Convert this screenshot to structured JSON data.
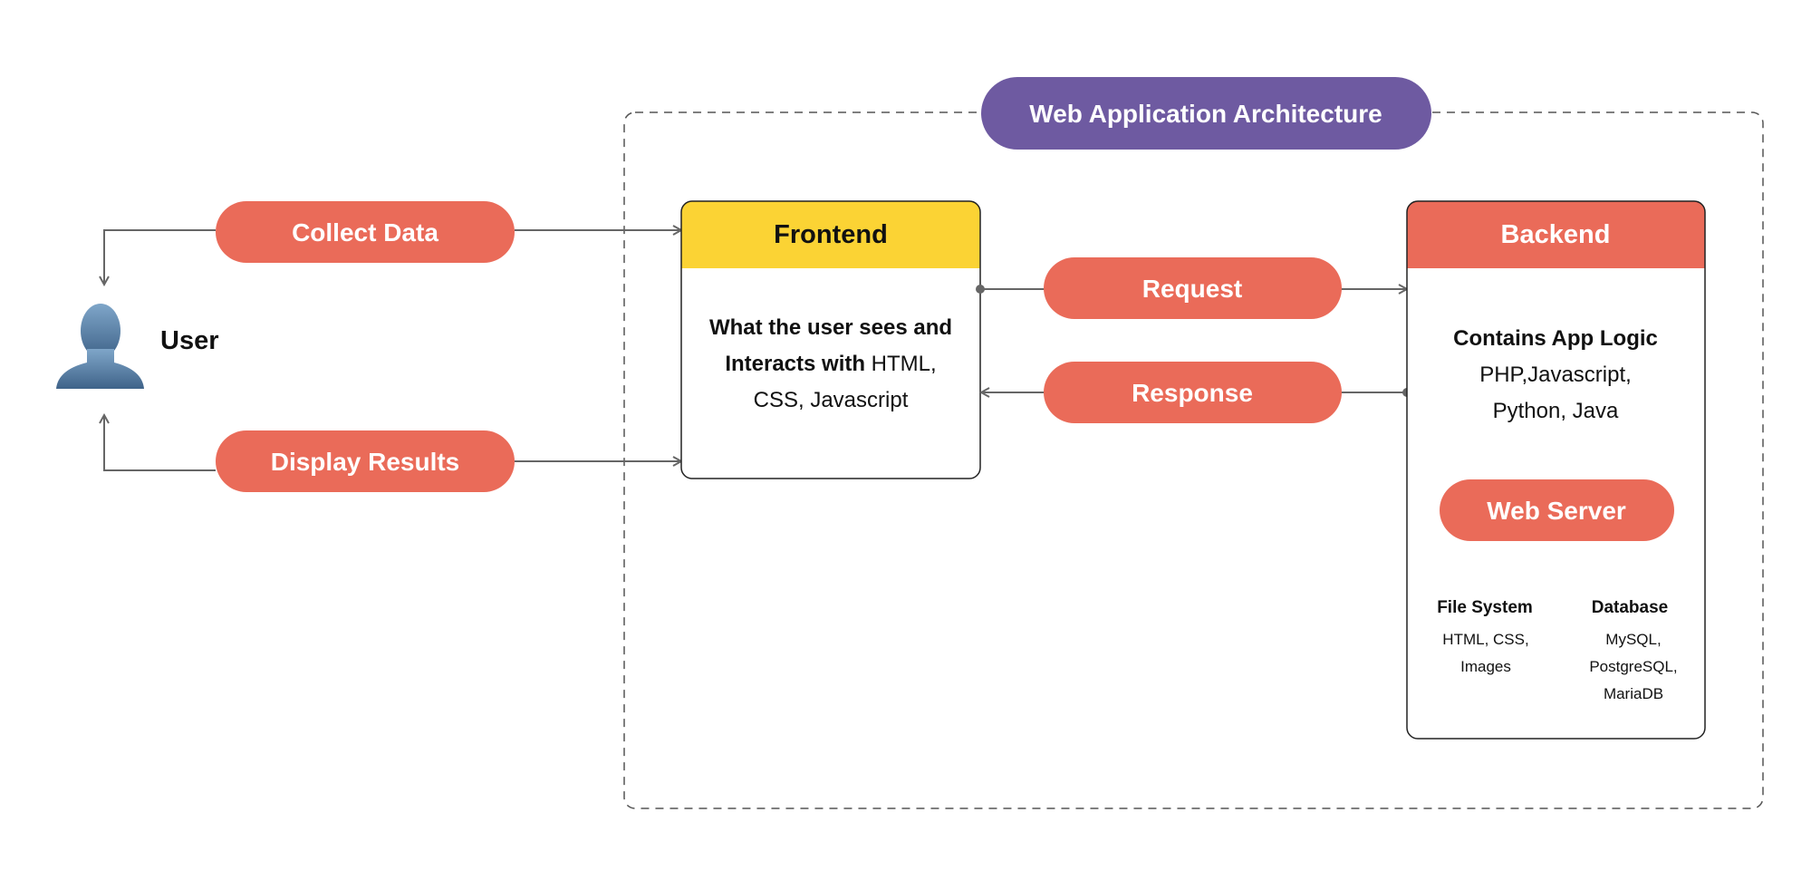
{
  "title": "Web Application Architecture",
  "user": {
    "label": "User",
    "icon": "user-silhouette-icon"
  },
  "flows": {
    "collect": "Collect Data",
    "display": "Display Results",
    "request": "Request",
    "response": "Response"
  },
  "frontend": {
    "title": "Frontend",
    "line1": "What the user sees and",
    "line2_bold": "Interacts with",
    "line2_rest": " HTML,",
    "line3": "CSS, Javascript"
  },
  "backend": {
    "title": "Backend",
    "heading": "Contains App Logic",
    "line1": "PHP,Javascript,",
    "line2": "Python, Java",
    "web_server": "Web Server",
    "file_system": {
      "title": "File System",
      "line1": "HTML, CSS,",
      "line2": "Images"
    },
    "database": {
      "title": "Database",
      "line1": "MySQL,",
      "line2": "PostgreSQL,",
      "line3": "MariaDB"
    }
  },
  "colors": {
    "pill": "#EA6B59",
    "title_pill": "#6E5AA1",
    "frontend_header": "#FBD334",
    "backend_header": "#EA6B59"
  }
}
